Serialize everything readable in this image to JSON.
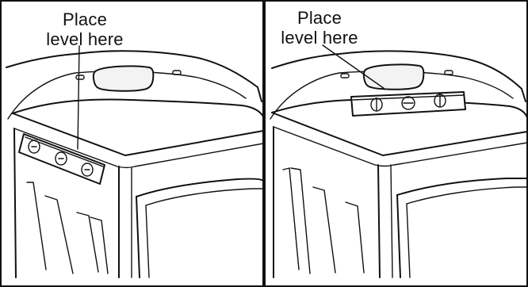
{
  "panels": [
    {
      "caption_line1": "Place",
      "caption_line2": "level here"
    },
    {
      "caption_line1": "Place",
      "caption_line2": "level here"
    }
  ]
}
